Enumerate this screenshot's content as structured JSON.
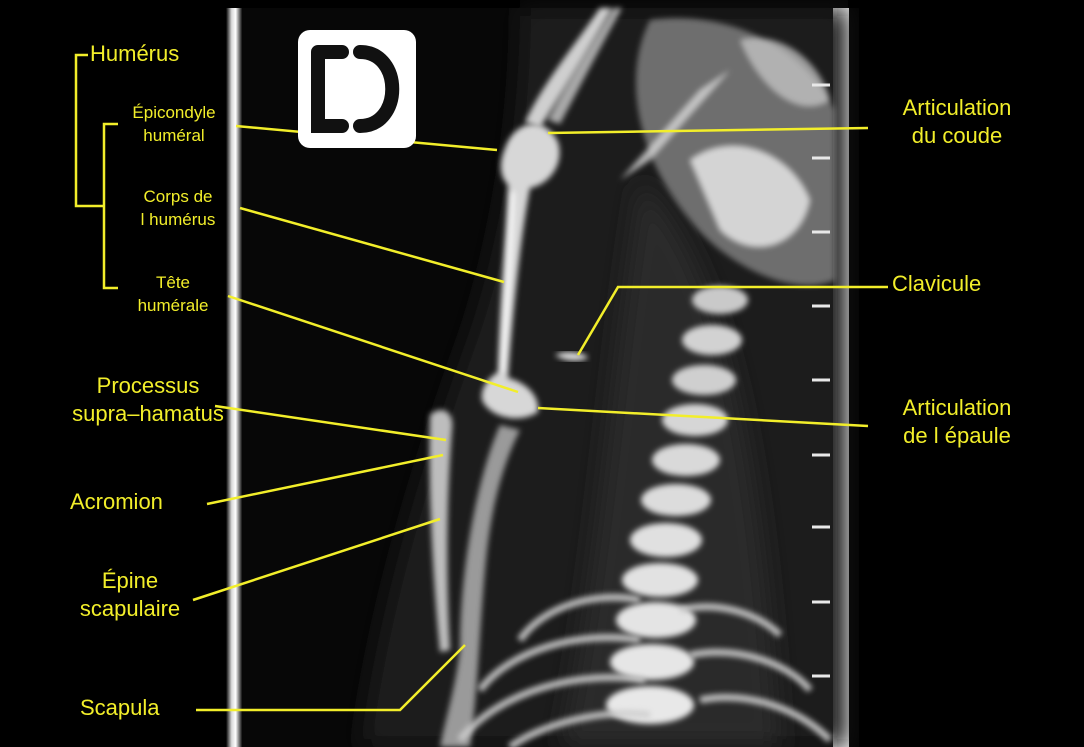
{
  "figure": {
    "logo": {
      "name": "d-bracket-logo",
      "color": "#111111",
      "background": "#ffffff"
    },
    "label_color": "#f2ee2a",
    "labels": {
      "humerus": "Humérus",
      "epicondyle_line1": "Épicondyle",
      "epicondyle_line2": "huméral",
      "corps_line1": "Corps de",
      "corps_line2": "l humérus",
      "tete_line1": "Tête",
      "tete_line2": "humérale",
      "processus_line1": "Processus",
      "processus_line2": "supra–hamatus",
      "acromion": "Acromion",
      "epine_line1": "Épine",
      "epine_line2": "scapulaire",
      "scapula": "Scapula",
      "coude_line1": "Articulation",
      "coude_line2": "du coude",
      "clavicule": "Clavicule",
      "epaule_line1": "Articulation",
      "epaule_line2": "de l épaule"
    }
  }
}
